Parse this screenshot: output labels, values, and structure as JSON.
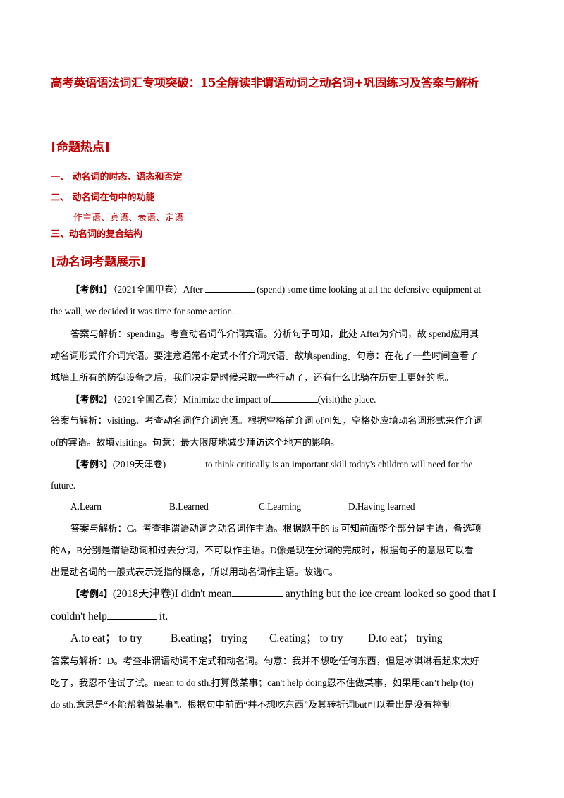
{
  "title": "高考英语语法词汇专项突破：15全解读非谓语动词之动名词+巩固练习及答案与解析",
  "hot_header": "[命题热点]",
  "hot_items": [
    "一、 动名词的时态、语态和否定",
    "二、 动名词在句中的功能",
    "作主语、宾语、表语、定语",
    "三、动名词的复合结构"
  ],
  "exam_header": "[动名词考题展示]",
  "ex1": {
    "label": "【考例1】",
    "q_a": "（2021全国甲卷）After",
    "q_b": "(spend) some time looking at all the defensive equipment at",
    "q_c": "the wall, we decided it was time for some action.",
    "ans1": "答案与解析：spending。考查动名词作介词宾语。分析句子可知，此处 After为介词，故 spend应用其",
    "ans2": "动名词形式作介词宾语。要注意通常不定式不作介词宾语。故填spending。句意：在花了一些时间查看了",
    "ans3": "城墙上所有的防御设备之后，我们决定是时候采取一些行动了，还有什么比骑在历史上更好的呢。"
  },
  "ex2": {
    "label": "【考例2】",
    "q_a": "（2021全国乙卷）Minimize the impact of",
    "q_b": "(visit)the place.",
    "ans1": "答案与解析：visiting。考查动名词作介词宾语。根据空格前介词 of可知，空格处应填动名词形式来作介词",
    "ans2": "of的宾语。故填visiting。句意：最大限度地减少拜访这个地方的影响。"
  },
  "ex3": {
    "label": "【考例3】",
    "q_a": "(2019天津卷)",
    "q_b": "to think critically is an important skill today's children will need for the",
    "q_c": "future.",
    "options": [
      "A.Learn",
      "B.Learned",
      "C.Learning",
      "D.Having learned"
    ],
    "ans1": "答案与解析：C。考查非谓语动词之动名词作主语。根据题干的 is 可知前面整个部分是主语，备选项",
    "ans2": "的A，B分别是谓语动词和过去分词，不可以作主语。D像是现在分词的完成时，根据句子的意思可以看",
    "ans3": "出是动名词的一般式表示泛指的概念，所以用动名词作主语。故选C。"
  },
  "ex4": {
    "label": "【考例4】",
    "q_a": "(2018天津卷)I didn't mean",
    "q_b": "anything but the ice cream looked so good that I",
    "q_c": "couldn't help",
    "q_d": "it.",
    "options": [
      "A.to eat； to try",
      "B.eating； trying",
      "C.eating； to try",
      "D.to eat； trying"
    ],
    "ans1": "答案与解析：D。考查非谓语动词不定式和动名词。句意：我并不想吃任何东西，但是冰淇淋看起来太好",
    "ans2": "吃了，我忍不住试了试。mean to do sth.打算做某事；can't help doing忍不住做某事，如果用can’t help (to)",
    "ans3": "do sth.意思是“不能帮着做某事”。根据句中前面“并不想吃东西”及其转折词but可以看出是没有控制"
  }
}
